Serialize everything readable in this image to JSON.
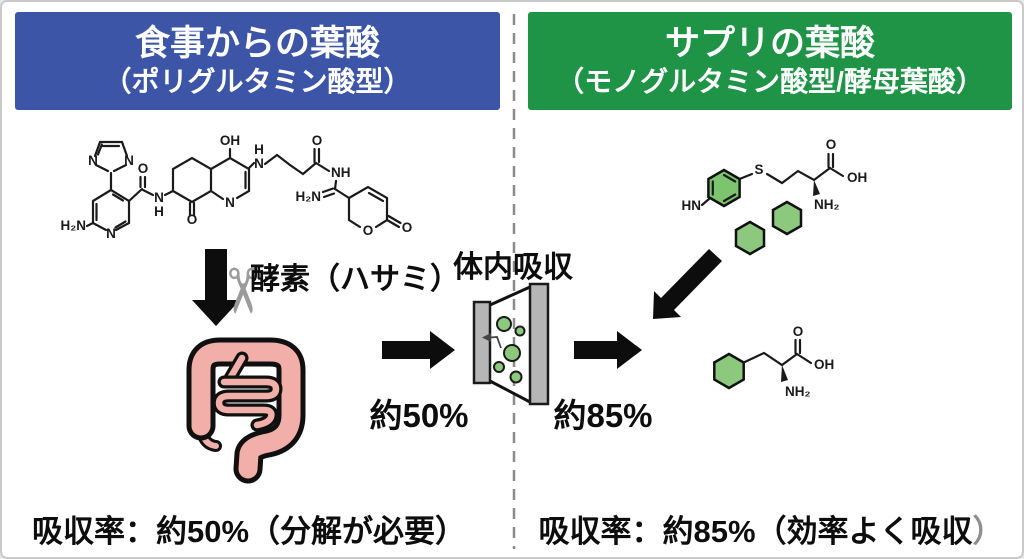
{
  "left_panel": {
    "header_title": "食事からの葉酸",
    "header_subtitle": "（ポリグルタミン酸型）",
    "header_bg": "#3D55A6",
    "enzyme_label": "酵素（ハサミ）",
    "rate_label": "約50%",
    "caption": "吸収率：約50%（分解が必要）"
  },
  "right_panel": {
    "header_title": "サプリの葉酸",
    "header_subtitle": "（モノグルタミン酸型/酵母葉酸）",
    "header_bg": "#1F9447",
    "rate_label": "約85%",
    "caption_main": "吸収率：約85%（効率よく吸収",
    "caption_paren": "）"
  },
  "center": {
    "absorption_label": "体内吸収"
  },
  "atoms": {
    "h2n": "H₂N",
    "nh2": "NH₂",
    "nh": "NH",
    "hn": "HN",
    "n": "N",
    "h": "H",
    "o": "O",
    "oh": "OH",
    "s": "S"
  },
  "icons": {
    "scissors": "✂"
  },
  "colors": {
    "header_blue": "#3D55A6",
    "header_green": "#1F9447",
    "molecule_green": "#8CC87D",
    "intestine_pink": "#F2AEA8",
    "membrane_gray": "#B6B6B6",
    "arrow_black": "#0D0D0D",
    "divider_gray": "#8A8A8A"
  }
}
